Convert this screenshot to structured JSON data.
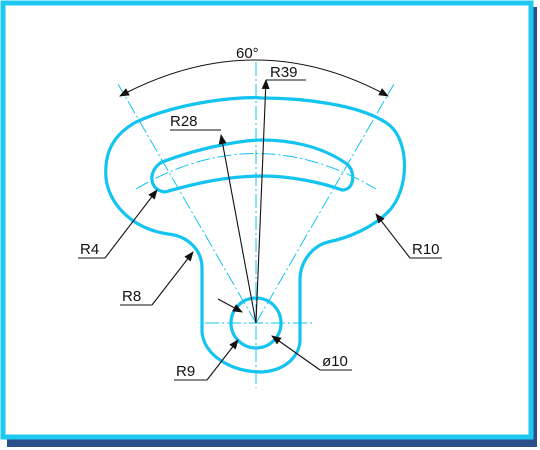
{
  "colors": {
    "border": "#1ec8f0",
    "border_shadow": "#2a4f8a",
    "part_outline": "#13c3f0",
    "centerline": "#13c3f0",
    "dimension": "#111111",
    "background": "#ffffff"
  },
  "labels": {
    "angle": "60°",
    "r39": "R39",
    "r28": "R28",
    "r4": "R4",
    "r10": "R10",
    "r8": "R8",
    "r9": "R9",
    "dia10": "ø10"
  }
}
